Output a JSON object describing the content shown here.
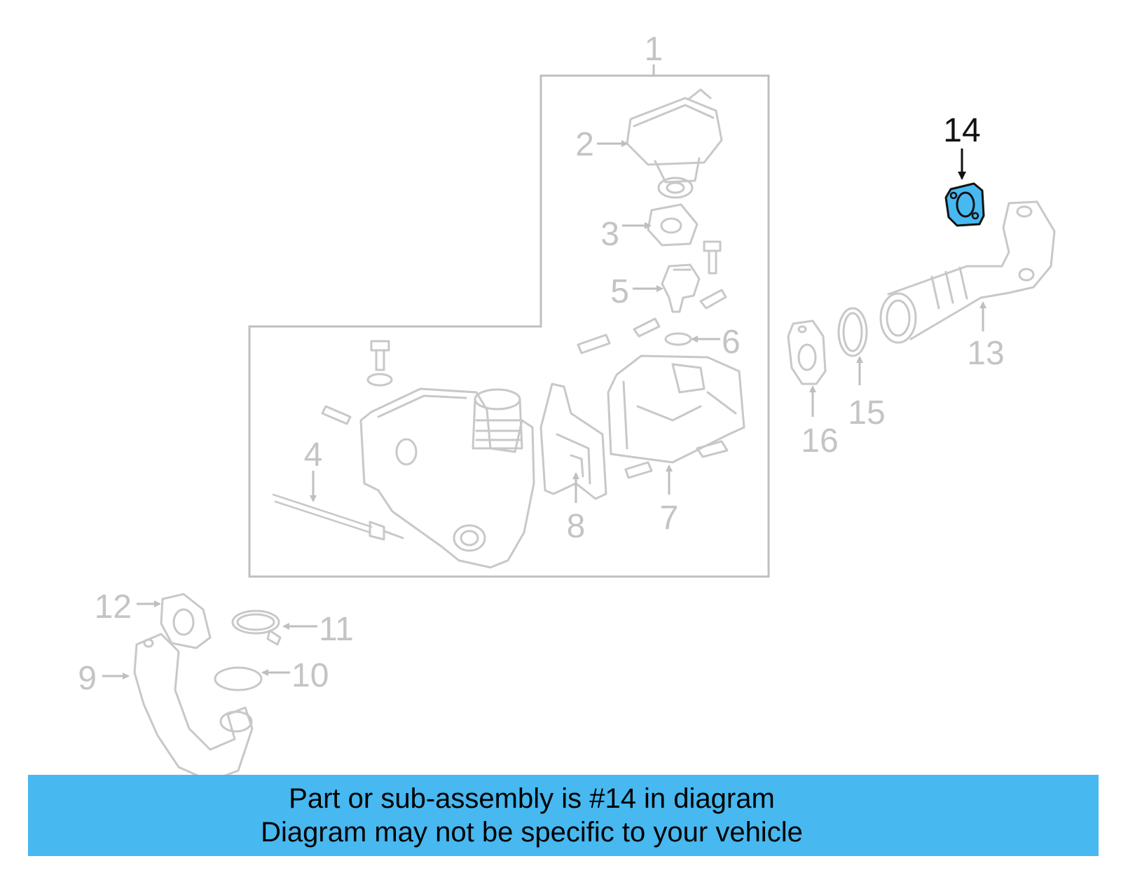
{
  "diagram": {
    "callouts": [
      "1",
      "2",
      "3",
      "4",
      "5",
      "6",
      "7",
      "8",
      "9",
      "10",
      "11",
      "12",
      "13",
      "14",
      "15",
      "16"
    ],
    "highlighted_callout": "14",
    "highlight_color": "#47b8f0",
    "part_line_color": "#c8c8c8"
  },
  "banner": {
    "line1": "Part or sub-assembly is #14 in diagram",
    "line2": "Diagram may not be specific to your vehicle",
    "background": "#47b8f0"
  }
}
